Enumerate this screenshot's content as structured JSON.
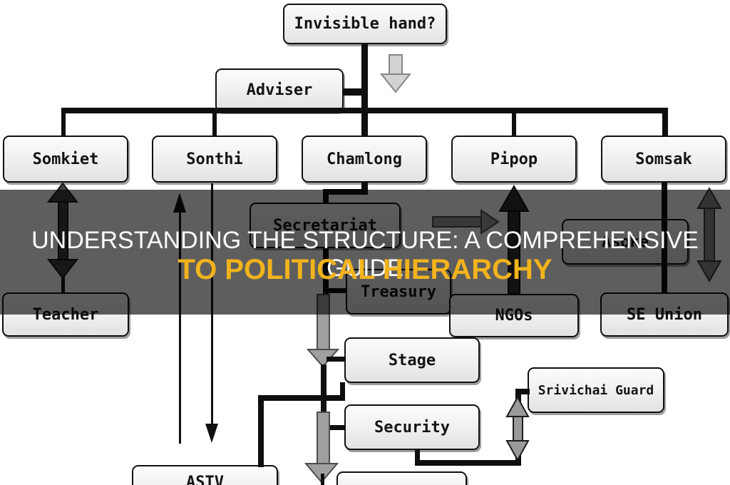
{
  "banner": {
    "title_line1": "UNDERSTANDING THE STRUCTURE: A COMPREHENSIVE GUIDE",
    "title_line2": "TO POLITICAL HIERARCHY",
    "text_color": "#ffffff",
    "highlight_color": "#F2B31D",
    "overlay_color": "rgba(0,0,0,0.63)"
  },
  "nodes": {
    "invisible_hand": {
      "label": "Invisible hand?"
    },
    "adviser": {
      "label": "Adviser"
    },
    "somkiet": {
      "label": "Somkiet"
    },
    "sonthi": {
      "label": "Sonthi"
    },
    "chamlong": {
      "label": "Chamlong"
    },
    "pipop": {
      "label": "Pipop"
    },
    "somsak": {
      "label": "Somsak"
    },
    "secretariat": {
      "label": "Secretariat"
    },
    "asoke": {
      "label": "Asoke"
    },
    "treasury": {
      "label": "Treasury"
    },
    "ngos": {
      "label": "NGOs"
    },
    "se_union": {
      "label": "SE Union"
    },
    "teacher": {
      "label": "Teacher"
    },
    "stage": {
      "label": "Stage"
    },
    "srivichai_guard": {
      "label": "Srivichai Guard"
    },
    "security": {
      "label": "Security"
    },
    "astv": {
      "label": "ASTV"
    }
  },
  "edges": [
    "invisible_hand -> adviser/somkiet/sonthi/chamlong/pipop/somsak (bus)",
    "invisible_hand => down-arrow",
    "chamlong -> secretariat",
    "secretariat -> treasury",
    "secretariat => pipop (right arrow)",
    "secretariat => stage column (down arrow)",
    "column -> security",
    "column => astv area (down arrow)",
    "ngos => pipop (up arrow)",
    "somsak -> se_union (line + double arrow)",
    "somkiet <=> teacher (double arrow)",
    "sonthi <-> astv area (thin up/down arrows)",
    "stage -> astv (elbow)",
    "security <-> srivichai_guard (elbow + double arrow)"
  ],
  "colors": {
    "line_black": "#0f0f0f",
    "arrow_dark": "#3d3d3d",
    "arrow_gray": "#9a9a9a",
    "arrow_light": "#d2d2d2",
    "box_fill": "#efefef",
    "box_border": "#101010"
  }
}
